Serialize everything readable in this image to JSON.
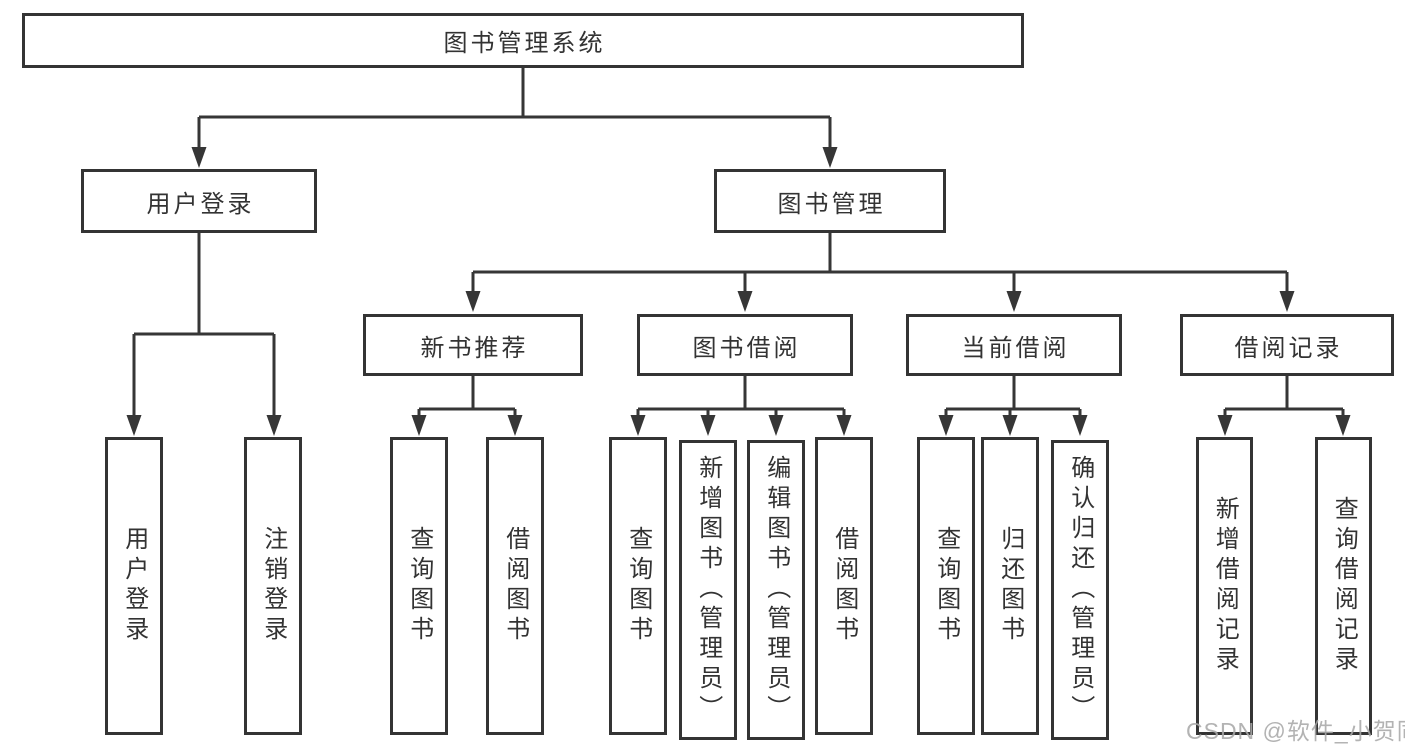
{
  "tree": {
    "root": {
      "label": "图书管理系统"
    },
    "branches": [
      {
        "label": "用户登录",
        "leaves": [
          {
            "label": "用户登录"
          },
          {
            "label": "注销登录"
          }
        ]
      },
      {
        "label": "图书管理",
        "sections": [
          {
            "label": "新书推荐",
            "leaves": [
              {
                "label": "查询图书"
              },
              {
                "label": "借阅图书"
              }
            ]
          },
          {
            "label": "图书借阅",
            "leaves": [
              {
                "label": "查询图书"
              },
              {
                "label": "新增图书（管理员）"
              },
              {
                "label": "编辑图书（管理员）"
              },
              {
                "label": "借阅图书"
              }
            ]
          },
          {
            "label": "当前借阅",
            "leaves": [
              {
                "label": "查询图书"
              },
              {
                "label": "归还图书"
              },
              {
                "label": "确认归还（管理员）"
              }
            ]
          },
          {
            "label": "借阅记录",
            "leaves": [
              {
                "label": "新增借阅记录"
              },
              {
                "label": "查询借阅记录"
              }
            ]
          }
        ]
      }
    ]
  },
  "watermark": {
    "text": "CSDN @软件_小贺同学"
  },
  "colors": {
    "line": "#363636",
    "box_border": "#343434",
    "text": "#333333",
    "background": "#ffffff",
    "watermark": "#a8a8a8"
  }
}
